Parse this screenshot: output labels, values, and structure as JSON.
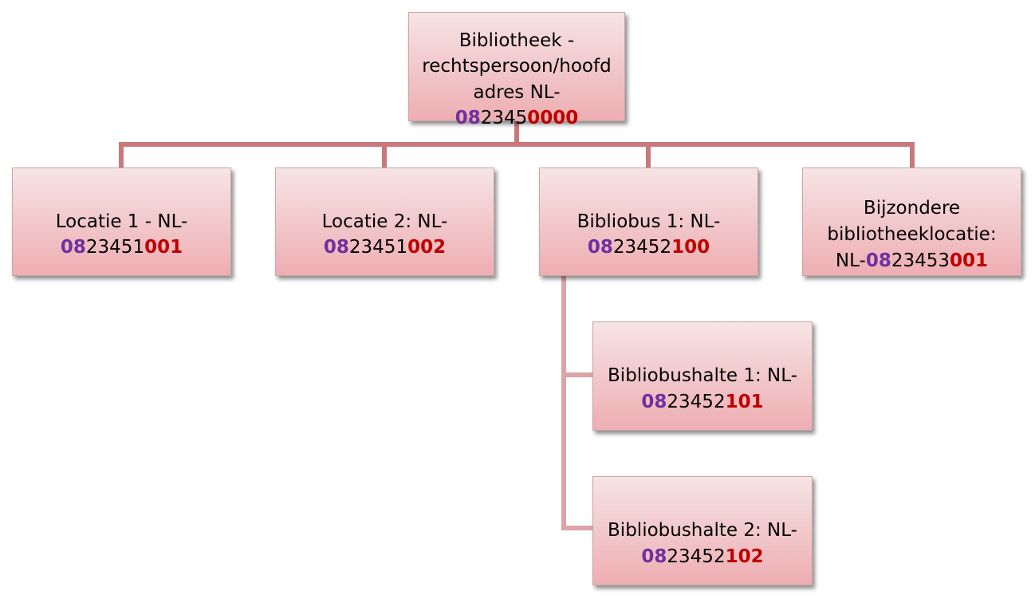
{
  "colors": {
    "connector": "#c9787c",
    "connector_light": "#dca4a8",
    "prefix": "#7030a0",
    "suffix": "#c00000"
  },
  "nodes": {
    "root": {
      "text": "Bibliotheek -\nrechtspersoon/hoofd\nadres NL-",
      "id_prefix": "08",
      "id_mid": "2345",
      "id_suffix": "0000"
    },
    "loc1": {
      "text": "Locatie 1 - NL-",
      "id_prefix": "08",
      "id_mid": "23451",
      "id_suffix": "001"
    },
    "loc2": {
      "text": "Locatie 2: NL-",
      "id_prefix": "08",
      "id_mid": "23451",
      "id_suffix": "002"
    },
    "bus1": {
      "text": "Bibliobus 1: NL-",
      "id_prefix": "08",
      "id_mid": "23452",
      "id_suffix": "100"
    },
    "special": {
      "text": "Bijzondere\nbibliotheeklocatie:",
      "id_lead": "NL-",
      "id_prefix": "08",
      "id_mid": "23453",
      "id_suffix": "001"
    },
    "stop1": {
      "text": "Bibliobushalte 1: NL-",
      "id_prefix": "08",
      "id_mid": "23452",
      "id_suffix": "101"
    },
    "stop2": {
      "text": "Bibliobushalte 2: NL-",
      "id_prefix": "08",
      "id_mid": "23452",
      "id_suffix": "102"
    }
  }
}
